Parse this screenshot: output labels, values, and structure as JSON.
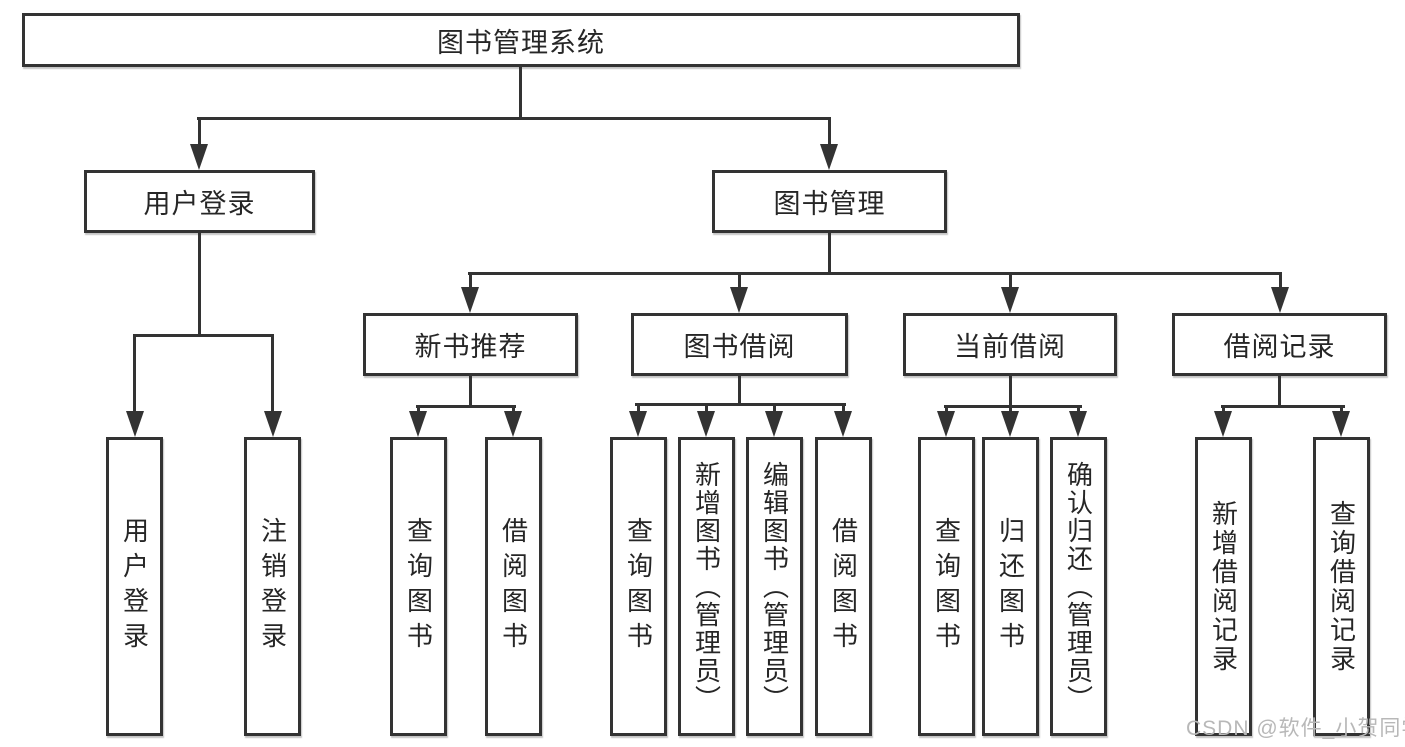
{
  "tree": {
    "root": "图书管理系统",
    "branches": [
      {
        "label": "用户登录",
        "children": [
          {
            "label": "用户登录"
          },
          {
            "label": "注销登录"
          }
        ]
      },
      {
        "label": "图书管理",
        "children": [
          {
            "label": "新书推荐",
            "children": [
              {
                "label": "查询图书"
              },
              {
                "label": "借阅图书"
              }
            ]
          },
          {
            "label": "图书借阅",
            "children": [
              {
                "label": "查询图书"
              },
              {
                "label": "新增图书（管理员）"
              },
              {
                "label": "编辑图书（管理员）"
              },
              {
                "label": "借阅图书"
              }
            ]
          },
          {
            "label": "当前借阅",
            "children": [
              {
                "label": "查询图书"
              },
              {
                "label": "归还图书"
              },
              {
                "label": "确认归还（管理员）"
              }
            ]
          },
          {
            "label": "借阅记录",
            "children": [
              {
                "label": "新增借阅记录"
              },
              {
                "label": "查询借阅记录"
              }
            ]
          }
        ]
      }
    ]
  },
  "watermark": {
    "text": "CSDN @软件_小贺同学"
  },
  "colors": {
    "line": "#333333",
    "text": "#262626",
    "watermark": "#b8b8b8",
    "background": "#ffffff"
  }
}
